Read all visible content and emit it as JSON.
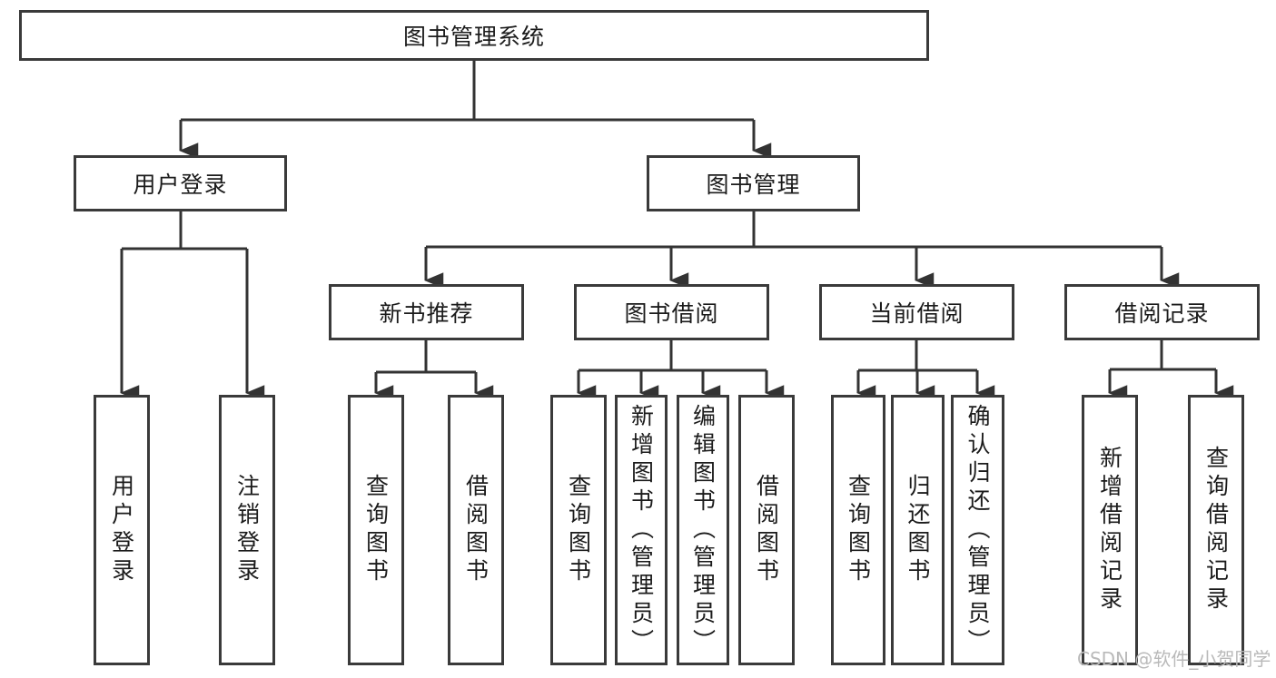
{
  "diagram": {
    "type": "tree-hierarchy",
    "title": "图书管理系统",
    "watermark": "CSDN @软件_小贺同学",
    "colors": {
      "box_border": "#3a3a3a",
      "box_fill": "#ffffff",
      "connector": "#333333",
      "text": "#1b1b1b",
      "watermark": "#b9b9b9",
      "background": "#ffffff"
    },
    "root": {
      "label": "图书管理系统"
    },
    "level2": [
      {
        "label": "用户登录"
      },
      {
        "label": "图书管理"
      }
    ],
    "level3": [
      {
        "label": "新书推荐"
      },
      {
        "label": "图书借阅"
      },
      {
        "label": "当前借阅"
      },
      {
        "label": "借阅记录"
      }
    ],
    "leaves": {
      "user_login": [
        {
          "label": "用户登录"
        },
        {
          "label": "注销登录"
        }
      ],
      "new_book_recommend": [
        {
          "label": "查询图书"
        },
        {
          "label": "借阅图书"
        }
      ],
      "book_borrow": [
        {
          "label": "查询图书"
        },
        {
          "label": "新增图书（管理员）"
        },
        {
          "label": "编辑图书（管理员）"
        },
        {
          "label": "借阅图书"
        }
      ],
      "current_borrow": [
        {
          "label": "查询图书"
        },
        {
          "label": "归还图书"
        },
        {
          "label": "确认归还（管理员）"
        }
      ],
      "borrow_records": [
        {
          "label": "新增借阅记录"
        },
        {
          "label": "查询借阅记录"
        }
      ]
    }
  }
}
